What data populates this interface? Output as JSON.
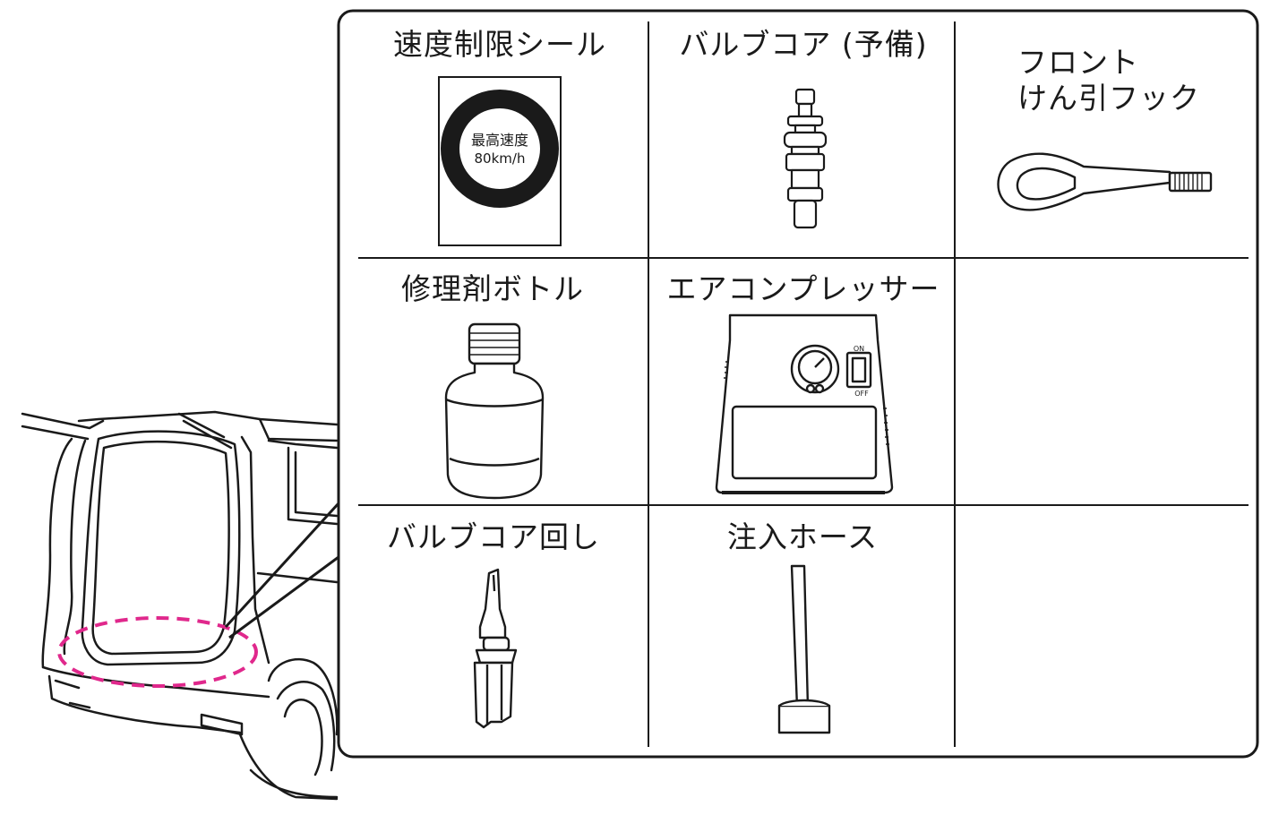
{
  "items": {
    "speed_sticker": {
      "label": "速度制限シール",
      "sign_line1": "最高速度",
      "sign_line2": "80km/h"
    },
    "valve_core_spare": {
      "label": "バルブコア (予備)"
    },
    "front_tow_hook": {
      "label": "フロント\nけん引フック"
    },
    "repair_bottle": {
      "label": "修理剤ボトル"
    },
    "air_compressor": {
      "label": "エアコンプレッサー",
      "switch_on": "ON",
      "switch_off": "OFF"
    },
    "valve_core_tool": {
      "label": "バルブコア回し"
    },
    "injection_hose": {
      "label": "注入ホース"
    }
  },
  "colors": {
    "outline": "#1a1a1a",
    "highlight_dash": "#e0288c",
    "background": "#ffffff"
  }
}
